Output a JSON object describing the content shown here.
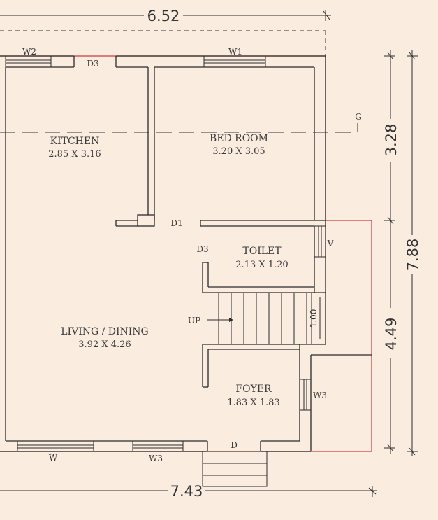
{
  "rooms": {
    "kitchen": {
      "name": "KITCHEN",
      "size": "2.85 X 3.16"
    },
    "bedroom": {
      "name": "BED ROOM",
      "size": "3.20 X 3.05"
    },
    "toilet": {
      "name": "TOILET",
      "size": "2.13 X 1.20"
    },
    "living": {
      "name": "LIVING / DINING",
      "size": "3.92 X 4.26"
    },
    "foyer": {
      "name": "FOYER",
      "size": "1.83 X 1.83"
    }
  },
  "openings": {
    "w2": "W2",
    "d3_top": "D3",
    "w1": "W1",
    "g": "G",
    "d1": "D1",
    "d3_toilet": "D3",
    "v": "V",
    "up": "UP",
    "w3_right": "W3",
    "w_bottom": "W",
    "w3_bottom": "W3",
    "d_main": "D"
  },
  "dimensions": {
    "top": "6.52",
    "bottom": "7.43",
    "right_upper": "3.28",
    "right_total": "7.88",
    "right_lower": "4.49",
    "stair": "1.00"
  }
}
